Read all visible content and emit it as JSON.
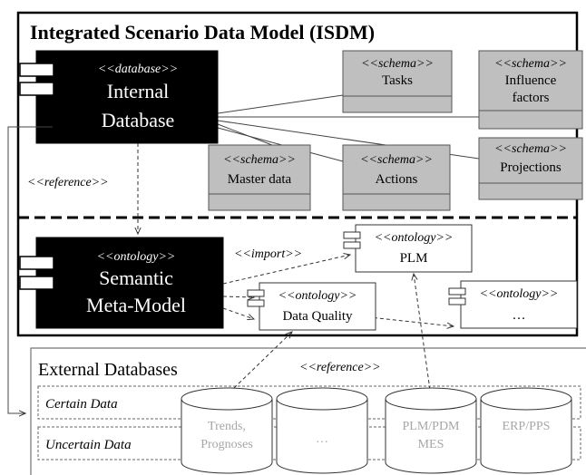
{
  "isdm": {
    "title": "Integrated Scenario Data Model (ISDM)"
  },
  "internal_db": {
    "stereotype": "<<database>>",
    "line1": "Internal",
    "line2": "Database"
  },
  "schemas": {
    "tasks": {
      "stereotype": "<<schema>>",
      "label": "Tasks"
    },
    "influence": {
      "stereotype": "<<schema>>",
      "line1": "Influence",
      "line2": "factors"
    },
    "projections": {
      "stereotype": "<<schema>>",
      "label": "Projections"
    },
    "master_data": {
      "stereotype": "<<schema>>",
      "label": "Master data"
    },
    "actions": {
      "stereotype": "<<schema>>",
      "label": "Actions"
    }
  },
  "labels": {
    "reference_internal": "<<reference>>",
    "import": "<<import>>",
    "reference_external": "<<reference>>"
  },
  "semantic": {
    "stereotype": "<<ontology>>",
    "line1": "Semantic",
    "line2": "Meta-Model"
  },
  "ontologies": {
    "plm": {
      "stereotype": "<<ontology>>",
      "label": "PLM"
    },
    "data_quality": {
      "stereotype": "<<ontology>>",
      "label": "Data Quality"
    },
    "more": {
      "stereotype": "<<ontology>>",
      "label": "…"
    }
  },
  "external": {
    "title": "External Databases",
    "certain": "Certain Data",
    "uncertain": "Uncertain Data",
    "db_trends": {
      "line1": "Trends,",
      "line2": "Prognoses"
    },
    "db_more": {
      "label": "…"
    },
    "db_plm": {
      "line1": "PLM/PDM",
      "line2": "MES"
    },
    "db_erp": {
      "label": "ERP/PPS"
    }
  },
  "colors": {
    "schema_fill": "#bfbfbf",
    "component_fill": "#000000",
    "cylinder_text": "#a6a6a6"
  }
}
